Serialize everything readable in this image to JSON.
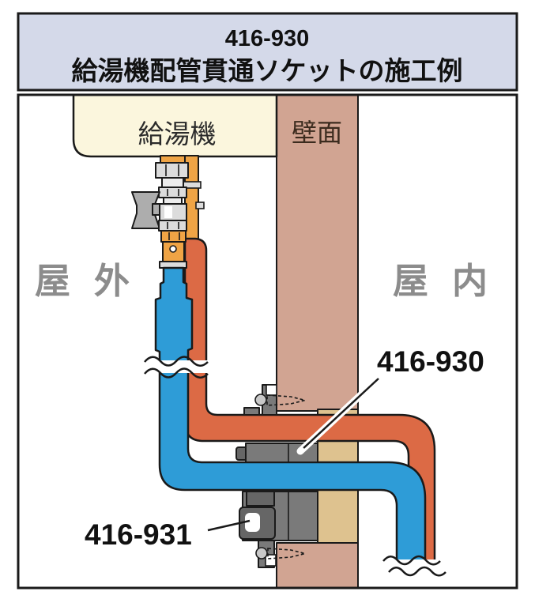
{
  "title": {
    "line1": "416-930",
    "line2": "給湯機配管貫通ソケットの施工例"
  },
  "labels": {
    "water_heater": "給湯機",
    "wall": "壁面",
    "outdoor": "屋外",
    "indoor": "屋内",
    "part_930": "416-930",
    "part_931": "416-931"
  },
  "colors": {
    "titlebg": "#D4D9E9",
    "heater": "#FBF6DD",
    "wall": "#D1A492",
    "wallcut": "#DEC28F",
    "hot": "#DC6A45",
    "cold": "#2E9CD7",
    "brass": "#EFA445",
    "silver": "#DCDCDC",
    "silver2": "#ECECEC",
    "graypart": "#7A7A7A",
    "graypart2": "#666666",
    "handle": "#ADADAD",
    "labelgray": "#8C8C8C",
    "walltext": "#3B2B1E",
    "ink": "#111111",
    "line": "#1A1A1A"
  }
}
